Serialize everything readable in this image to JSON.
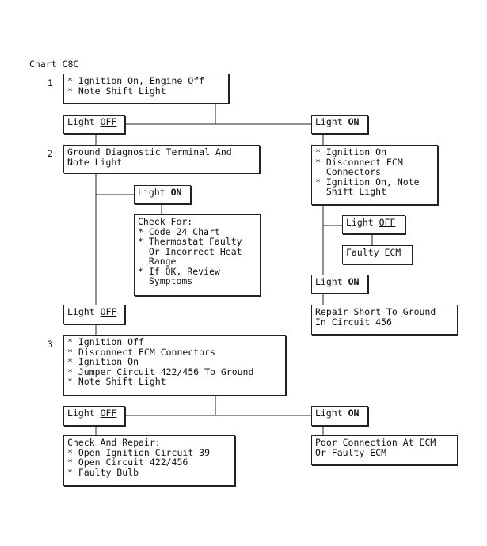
{
  "title": "Chart C8C",
  "steps": {
    "s1": "1",
    "s2": "2",
    "s3": "3"
  },
  "light_word": "Light",
  "off": "OFF",
  "on": "ON",
  "boxes": {
    "step1": "* Ignition On, Engine Off\n* Note Shift Light",
    "step2": "Ground Diagnostic Terminal And\nNote Light",
    "check_for": "Check For:\n* Code 24 Chart\n* Thermostat Faulty\n  Or Incorrect Heat\n  Range\n* If OK, Review\n  Symptoms",
    "right_steps": "* Ignition On\n* Disconnect ECM\n  Connectors\n* Ignition On, Note\n  Shift Light",
    "faulty_ecm": "Faulty ECM",
    "repair_short": "Repair Short To Ground\nIn Circuit 456",
    "step3": "* Ignition Off\n* Disconnect ECM Connectors\n* Ignition On\n* Jumper Circuit 422/456 To Ground\n* Note Shift Light",
    "check_repair": "Check And Repair:\n* Open Ignition Circuit 39\n* Open Circuit 422/456\n* Faulty Bulb",
    "poor_connection": "Poor Connection At ECM\nOr Faulty ECM"
  }
}
